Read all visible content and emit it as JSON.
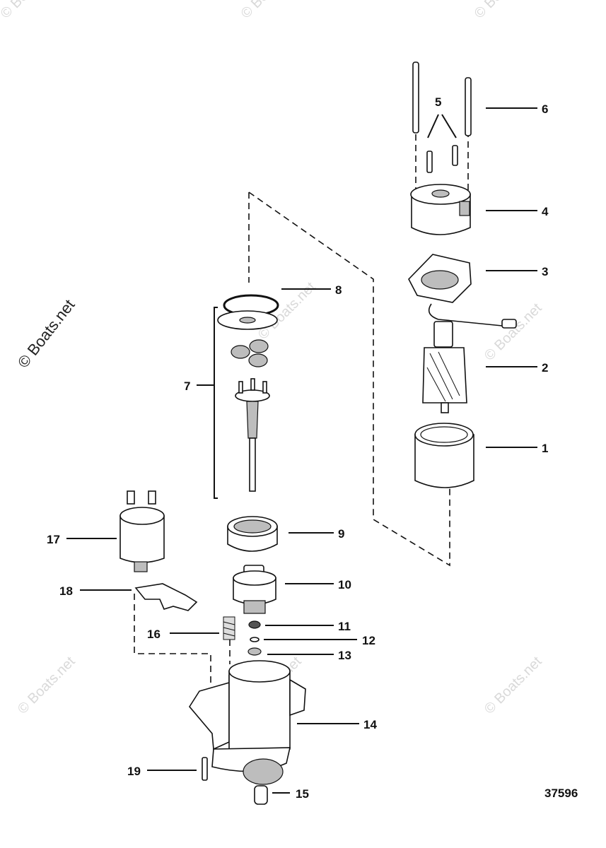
{
  "watermark": {
    "main": "© Boats.net",
    "faint": "© Boats.net"
  },
  "figure_id": "37596",
  "callouts": [
    {
      "id": "1",
      "text": "1"
    },
    {
      "id": "2",
      "text": "2"
    },
    {
      "id": "3",
      "text": "3"
    },
    {
      "id": "4",
      "text": "4"
    },
    {
      "id": "5",
      "text": "5"
    },
    {
      "id": "6",
      "text": "6"
    },
    {
      "id": "7",
      "text": "7"
    },
    {
      "id": "8",
      "text": "8"
    },
    {
      "id": "9",
      "text": "9"
    },
    {
      "id": "10",
      "text": "10"
    },
    {
      "id": "11",
      "text": "11"
    },
    {
      "id": "12",
      "text": "12"
    },
    {
      "id": "13",
      "text": "13"
    },
    {
      "id": "14",
      "text": "14"
    },
    {
      "id": "15",
      "text": "15"
    },
    {
      "id": "16",
      "text": "16"
    },
    {
      "id": "17",
      "text": "17"
    },
    {
      "id": "18",
      "text": "18"
    },
    {
      "id": "19",
      "text": "19"
    }
  ]
}
